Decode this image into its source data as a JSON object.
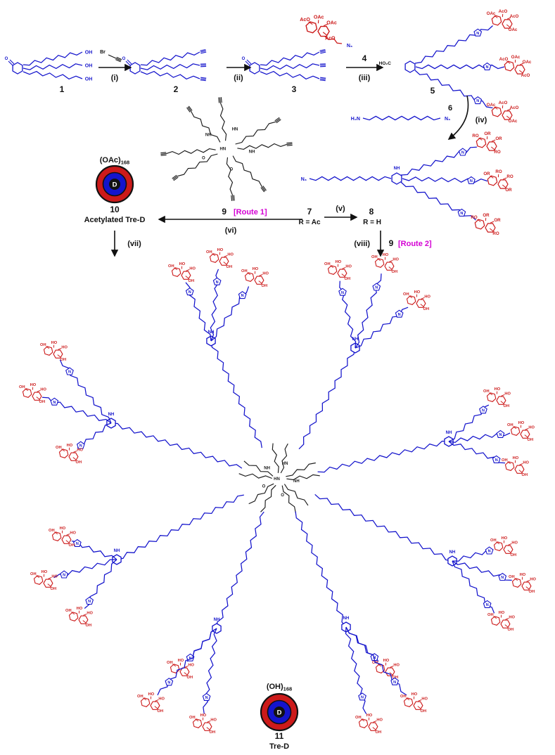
{
  "figure": {
    "description": "Synthetic scheme for trehalose-glycodendrimer Tre-D"
  },
  "colors": {
    "chain": "#1414cc",
    "sugar": "#cc1a1a",
    "core": "#1a1a1a",
    "route": "#d400d4",
    "ink": "#111111",
    "background": "#ffffff"
  },
  "atoms": {
    "OH": "OH",
    "HO": "HO",
    "OAc": "OAc",
    "AcO": "AcO",
    "RO": "RO",
    "OR": "OR",
    "N3": "N₃",
    "H2N": "H₂N",
    "NH": "NH",
    "HN": "HN",
    "N": "N",
    "O": "O",
    "D": "D",
    "HO2C": "HO₂C",
    "Br": "Br"
  },
  "compounds": {
    "c1": {
      "label": "1"
    },
    "c2": {
      "label": "2"
    },
    "c3": {
      "label": "3"
    },
    "c4": {
      "label": "4"
    },
    "c5": {
      "label": "5"
    },
    "c6": {
      "label": "6"
    },
    "c7": {
      "label": "7",
      "r": "R = Ac"
    },
    "c8": {
      "label": "8",
      "r": "R = H"
    },
    "c9": {
      "label": "9"
    },
    "c10": {
      "label": "10",
      "name": "Acetylated Tre-D",
      "cap": "(OAc)",
      "count": "168"
    },
    "c11": {
      "label": "11",
      "name": "Tre-D",
      "cap": "(OH)",
      "count": "168"
    }
  },
  "steps": {
    "i": "(i)",
    "ii": "(ii)",
    "iii": "(iii)",
    "iv": "(iv)",
    "v": "(v)",
    "vi": "(vi)",
    "vii": "(vii)",
    "viii": "(viii)"
  },
  "routes": {
    "r1": "[Route 1]",
    "r2": "[Route 2]"
  },
  "reagents": {
    "step_iii": "4",
    "step_vi": "9",
    "step_viii": "9"
  }
}
